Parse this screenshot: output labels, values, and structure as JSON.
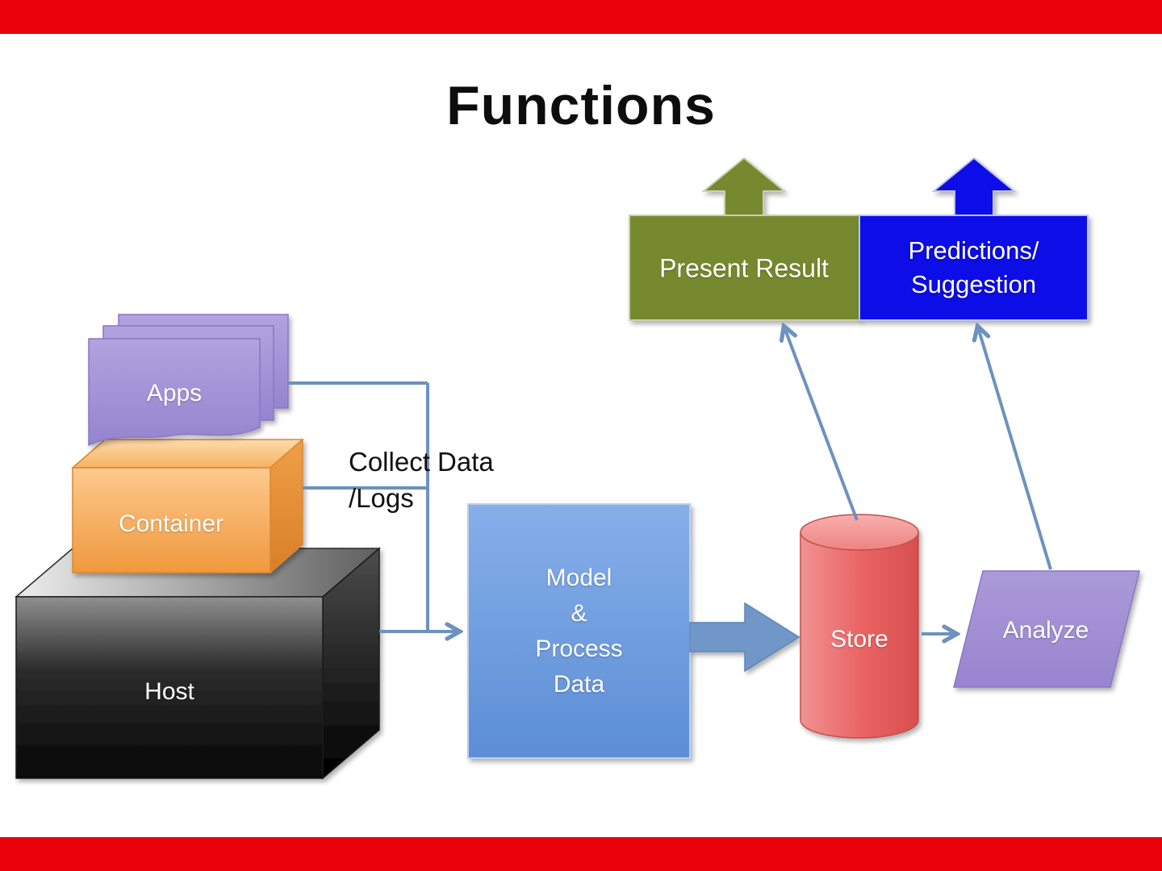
{
  "slide": {
    "title": "Functions"
  },
  "labels": {
    "collect_line1": "Collect Data",
    "collect_line2": "/Logs"
  },
  "nodes": {
    "apps": {
      "label": "Apps"
    },
    "container": {
      "label": "Container"
    },
    "host": {
      "label": "Host"
    },
    "model": {
      "line1": "Model",
      "line2": "&",
      "line3": "Process",
      "line4": "Data"
    },
    "store": {
      "label": "Store"
    },
    "analyze": {
      "label": "Analyze"
    },
    "present_result": {
      "label": "Present Result"
    },
    "predictions": {
      "line1": "Predictions/",
      "line2": "Suggestion"
    }
  },
  "colors": {
    "top_stripe": "#e8000b",
    "bottom_stripe": "#e8000b",
    "connector": "#6d92bd",
    "apps_purple": "#a18fd6",
    "container_orange": "#f5a54a",
    "host_black": "#1a1a1a",
    "model_blue": "#6f9de2",
    "store_red": "#ea6868",
    "analyze_purple": "#a18fd6",
    "present_olive": "#77892e",
    "predictions_blue": "#0f10e8"
  }
}
